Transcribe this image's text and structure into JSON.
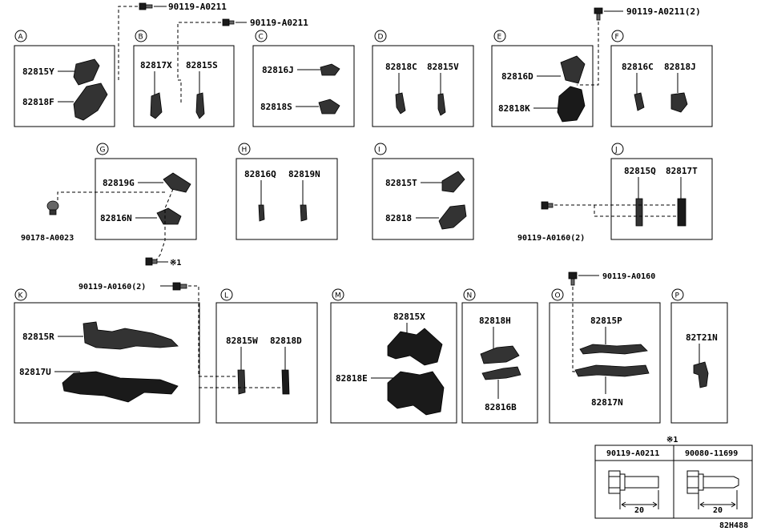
{
  "callouts": {
    "top_bolt_1": "90119-A0211",
    "top_bolt_2": "90119-A0211",
    "e_bolt": "90119-A0211(2)",
    "g_clip": "90178-A0023",
    "g_note": "※1",
    "j_bolt": "90119-A0160(2)",
    "kl_bolt": "90119-A0160(2)",
    "o_bolt": "90119-A0160"
  },
  "boxes": {
    "A": {
      "letter": "A",
      "parts": [
        "82815Y",
        "82818F"
      ]
    },
    "B": {
      "letter": "B",
      "parts": [
        "82817X",
        "82815S"
      ]
    },
    "C": {
      "letter": "C",
      "parts": [
        "82816J",
        "82818S"
      ]
    },
    "D": {
      "letter": "D",
      "parts": [
        "82818C",
        "82815V"
      ]
    },
    "E": {
      "letter": "E",
      "parts": [
        "82816D",
        "82818K"
      ]
    },
    "F": {
      "letter": "F",
      "parts": [
        "82816C",
        "82818J"
      ]
    },
    "G": {
      "letter": "G",
      "parts": [
        "82819G",
        "82816N"
      ]
    },
    "H": {
      "letter": "H",
      "parts": [
        "82816Q",
        "82819N"
      ]
    },
    "I": {
      "letter": "I",
      "parts": [
        "82815T",
        "82818"
      ]
    },
    "J": {
      "letter": "J",
      "parts": [
        "82815Q",
        "82817T"
      ]
    },
    "K": {
      "letter": "K",
      "parts": [
        "82815R",
        "82817U"
      ]
    },
    "L": {
      "letter": "L",
      "parts": [
        "82815W",
        "82818D"
      ]
    },
    "M": {
      "letter": "M",
      "parts": [
        "82815X",
        "82818E"
      ]
    },
    "N": {
      "letter": "N",
      "parts": [
        "82818H",
        "82816B"
      ]
    },
    "O": {
      "letter": "O",
      "parts": [
        "82815P",
        "82817N"
      ]
    },
    "P": {
      "letter": "P",
      "parts": [
        "82T21N"
      ]
    }
  },
  "legend": {
    "mark": "※1",
    "col1": "90119-A0211",
    "col2": "90080-11699",
    "dim1": "20",
    "dim2": "20"
  },
  "drawing_code": "82H488"
}
